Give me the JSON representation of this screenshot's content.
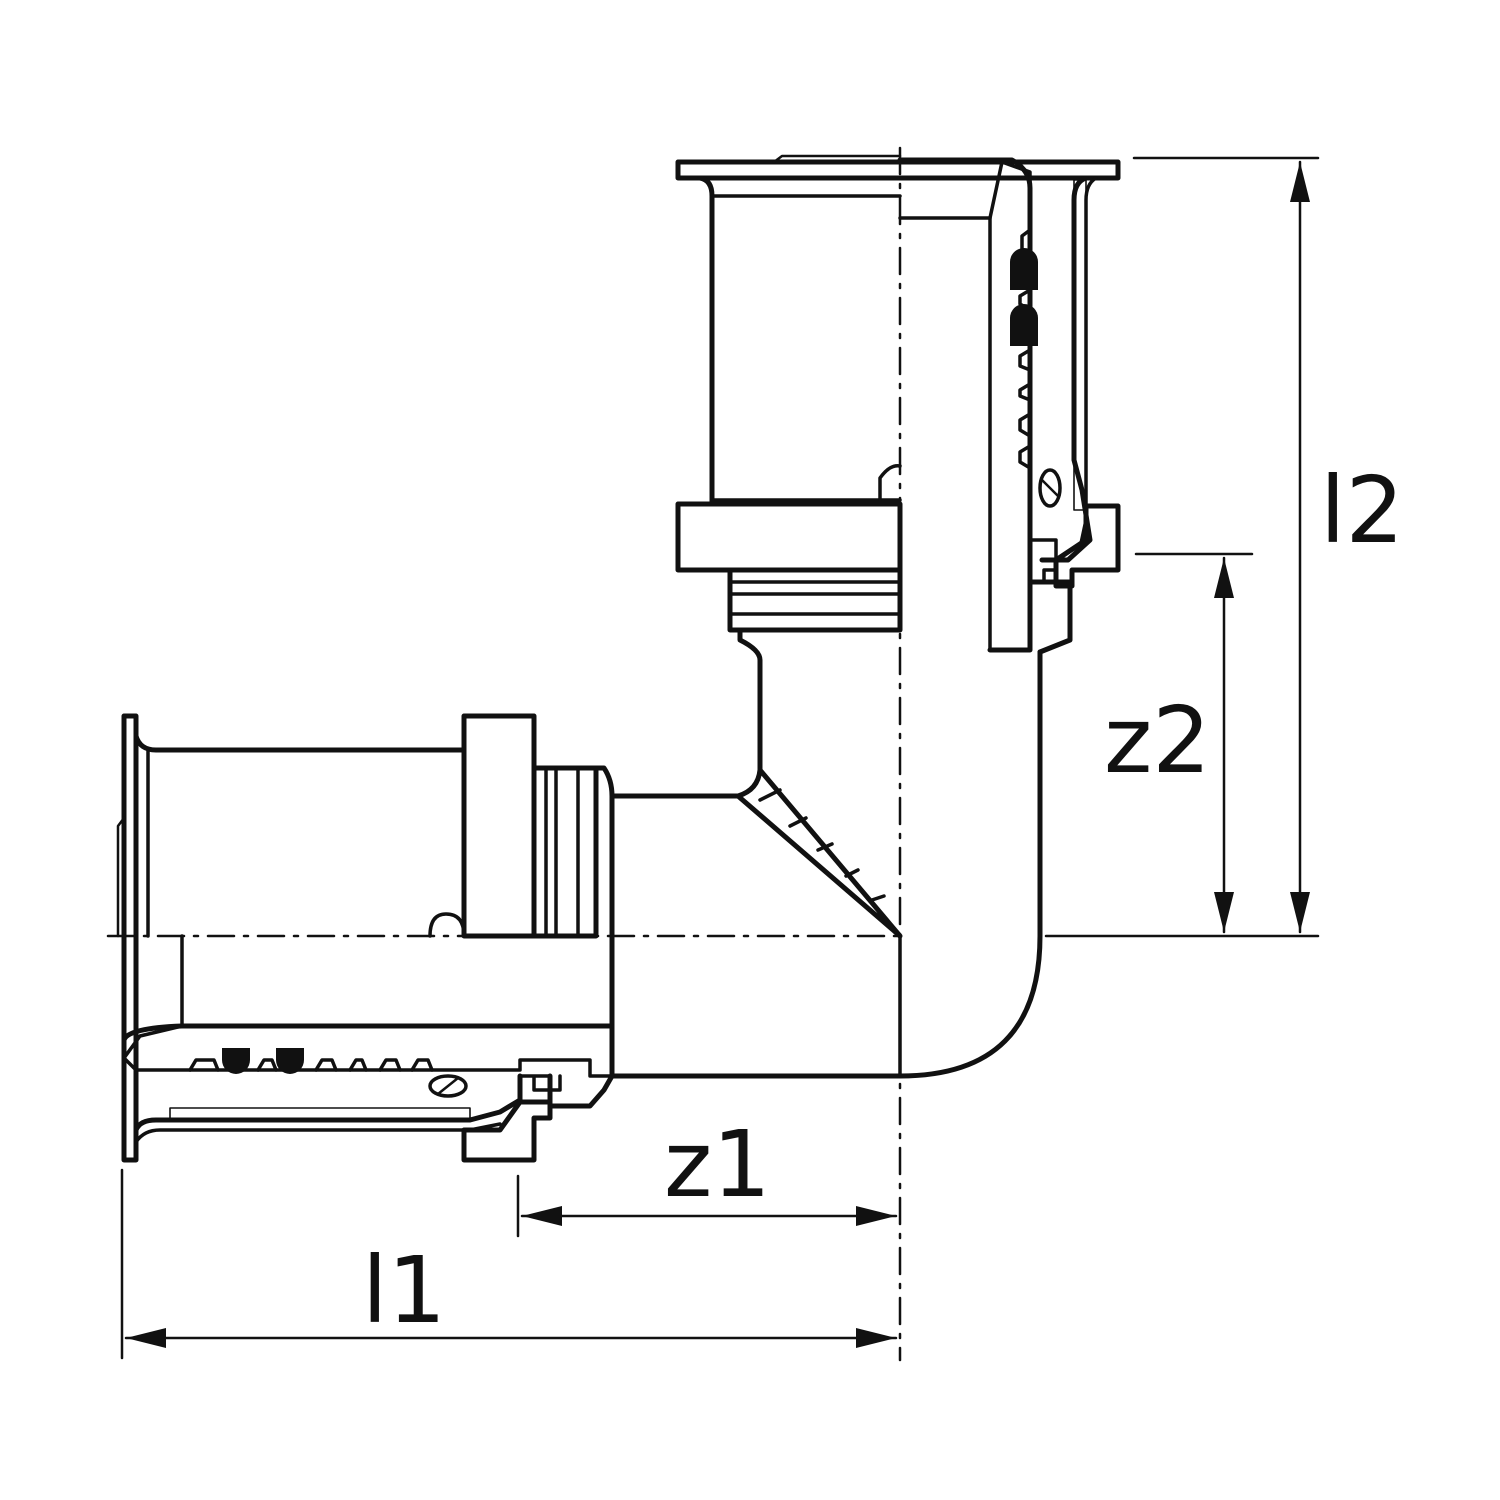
{
  "dimensions": {
    "l1": "l1",
    "z1": "z1",
    "l2": "l2",
    "z2": "z2"
  },
  "colors": {
    "ink": "#111111",
    "background": "#ffffff"
  }
}
